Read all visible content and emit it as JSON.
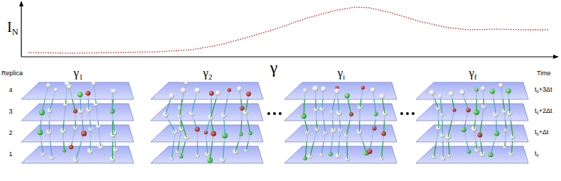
{
  "diagram": {
    "labels": [
      "I",
      "N",
      "γ",
      "γ",
      "1",
      "γ",
      "2",
      "γ",
      "i",
      "γ",
      "f",
      "Replica",
      "4",
      "3",
      "2",
      "1",
      "Time",
      "t",
      "0",
      "+3Δt",
      "t",
      "0",
      "+2Δt",
      "t",
      "0",
      "+Δt",
      "t",
      "0"
    ]
  }
}
